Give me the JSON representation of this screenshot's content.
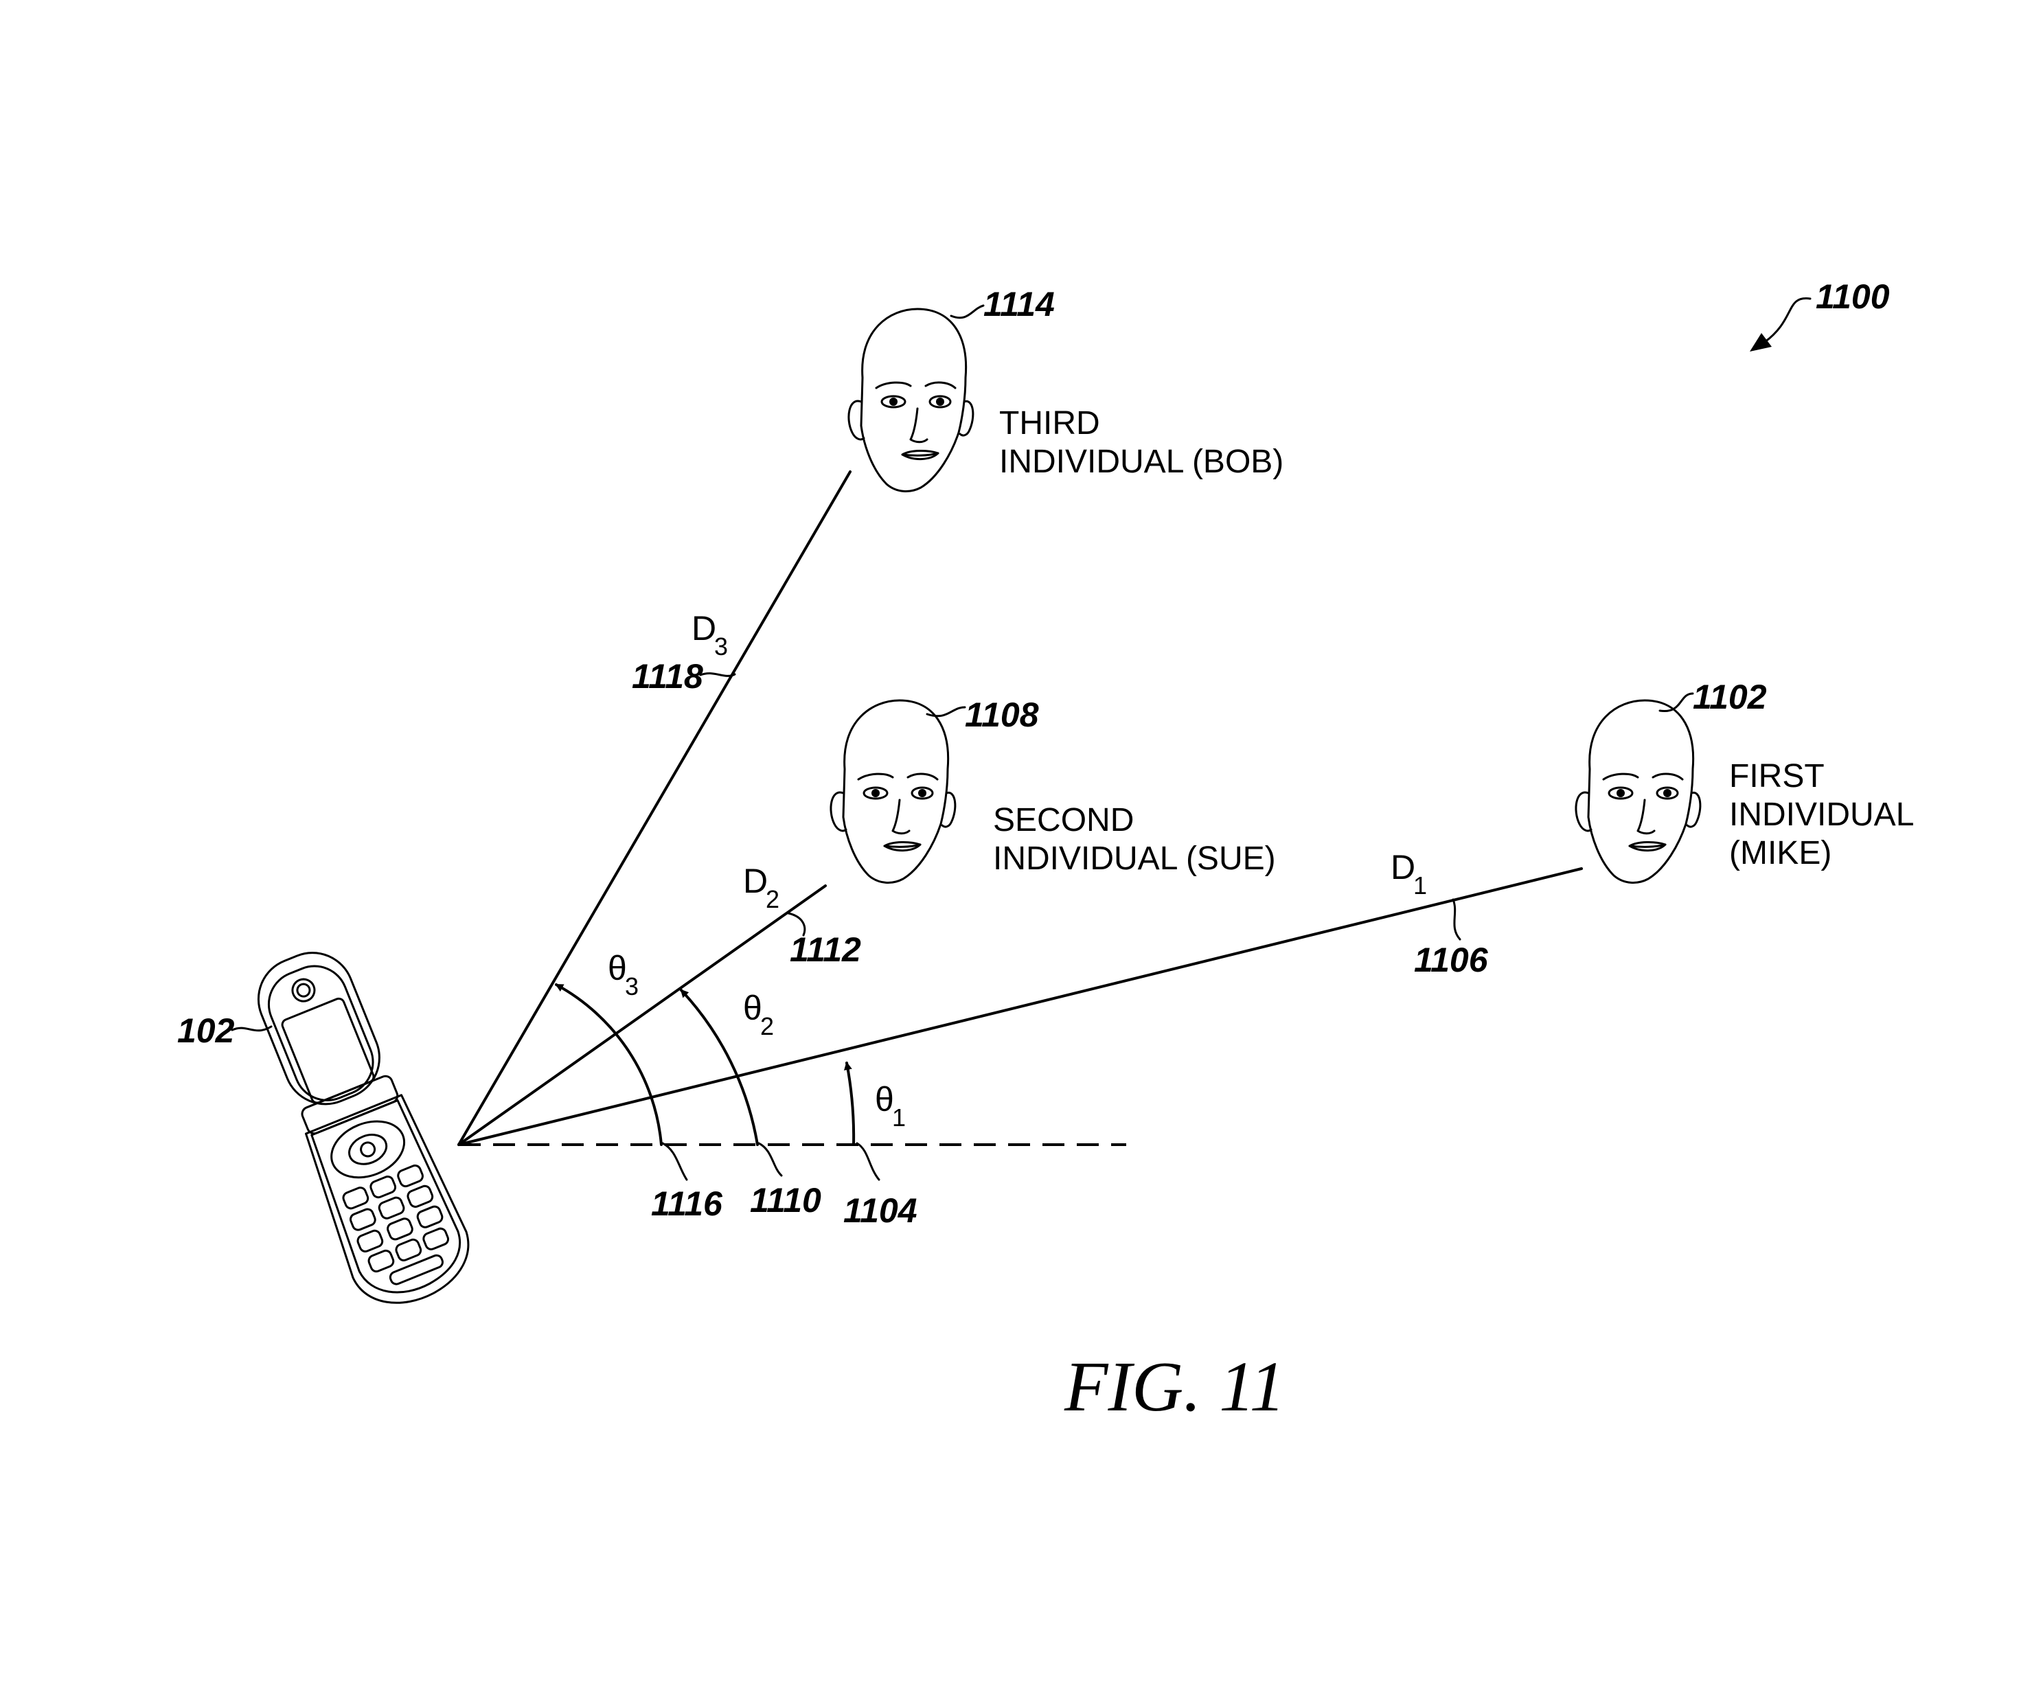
{
  "figure": {
    "ref": "1100",
    "caption": "FIG. 11"
  },
  "device": {
    "ref": "102"
  },
  "individuals": [
    {
      "key": "first",
      "ref": "1102",
      "label_lines": [
        "FIRST",
        "INDIVIDUAL",
        "(MIKE)"
      ]
    },
    {
      "key": "second",
      "ref": "1108",
      "label_lines": [
        "SECOND",
        "INDIVIDUAL (SUE)"
      ]
    },
    {
      "key": "third",
      "ref": "1114",
      "label_lines": [
        "THIRD",
        "INDIVIDUAL (BOB)"
      ]
    }
  ],
  "distances": [
    {
      "symbol": "D",
      "subscript": "1",
      "ref": "1106"
    },
    {
      "symbol": "D",
      "subscript": "2",
      "ref": "1112"
    },
    {
      "symbol": "D",
      "subscript": "3",
      "ref": "1118"
    }
  ],
  "angles": [
    {
      "symbol": "θ",
      "subscript": "1",
      "ref": "1104"
    },
    {
      "symbol": "θ",
      "subscript": "2",
      "ref": "1110"
    },
    {
      "symbol": "θ",
      "subscript": "3",
      "ref": "1116"
    }
  ]
}
